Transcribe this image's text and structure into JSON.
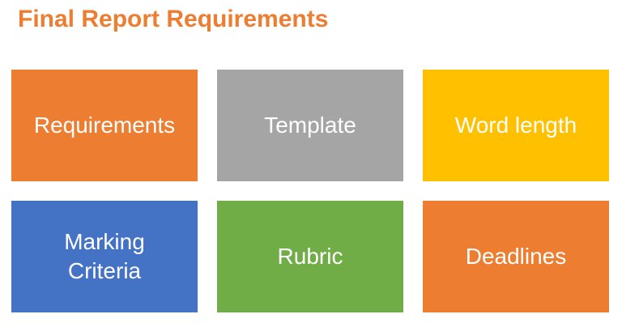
{
  "title": "Final Report Requirements",
  "colors": {
    "title": "#ED7D31",
    "orange": "#ED7D31",
    "gray": "#A5A5A5",
    "gold": "#FFC000",
    "blue": "#4472C4",
    "green": "#70AD47"
  },
  "tiles": [
    {
      "label": "Requirements",
      "color": "#ED7D31"
    },
    {
      "label": "Template",
      "color": "#A5A5A5"
    },
    {
      "label": "Word length",
      "color": "#FFC000"
    },
    {
      "label": "Marking\nCriteria",
      "color": "#4472C4"
    },
    {
      "label": "Rubric",
      "color": "#70AD47"
    },
    {
      "label": "Deadlines",
      "color": "#ED7D31"
    }
  ]
}
